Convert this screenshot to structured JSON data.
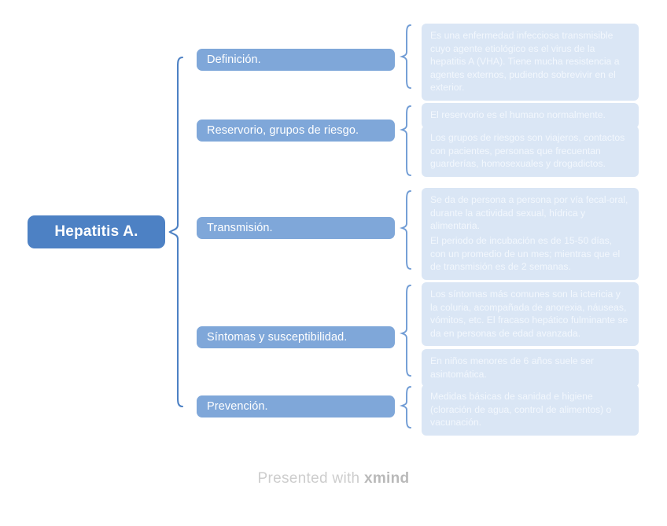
{
  "page": {
    "background_color": "#ffffff",
    "root_color": "#4d81c4",
    "branch_color": "#7fa7d9",
    "leaf_color": "#dae6f5",
    "leaf_text_color": "#f2f7fd"
  },
  "root": {
    "label": "Hepatitis A."
  },
  "branches": [
    {
      "label": "Definición.",
      "leaves": [
        "Es una enfermedad infecciosa transmisible cuyo agente etiológico es el virus de la hepatitis A (VHA). Tiene mucha resistencia a agentes externos, pudiendo sobrevivir en el exterior."
      ]
    },
    {
      "label": "Reservorio, grupos de riesgo.",
      "leaves": [
        "El reservorio es el humano normalmente.",
        "Los grupos de riesgos son viajeros, contactos con pacientes, personas que frecuentan guarderías, homosexuales y drogadictos."
      ]
    },
    {
      "label": "Transmisión.",
      "leaves": [
        "Se da de persona a persona por vía fecal-oral, durante la actividad sexual, hídrica y alimentaria.",
        "El periodo de incubación es de 15-50 días, con un promedio de un mes; mientras que el de transmisión es de 2 semanas."
      ]
    },
    {
      "label": "Síntomas y susceptibilidad.",
      "leaves": [
        "Los síntomas más comunes son la ictericia y la coluria, acompañada de anorexia, náuseas, vómitos, etc. El fracaso hepático fulminante se da en personas de edad avanzada.",
        "En niños menores de 6 años suele ser asintomática."
      ]
    },
    {
      "label": "Prevención.",
      "leaves": [
        "Medidas básicas de sanidad e higiene (cloración de agua, control de alimentos) o vacunación."
      ]
    }
  ],
  "footer": {
    "prefix": "Presented with ",
    "brand": "xmind"
  }
}
